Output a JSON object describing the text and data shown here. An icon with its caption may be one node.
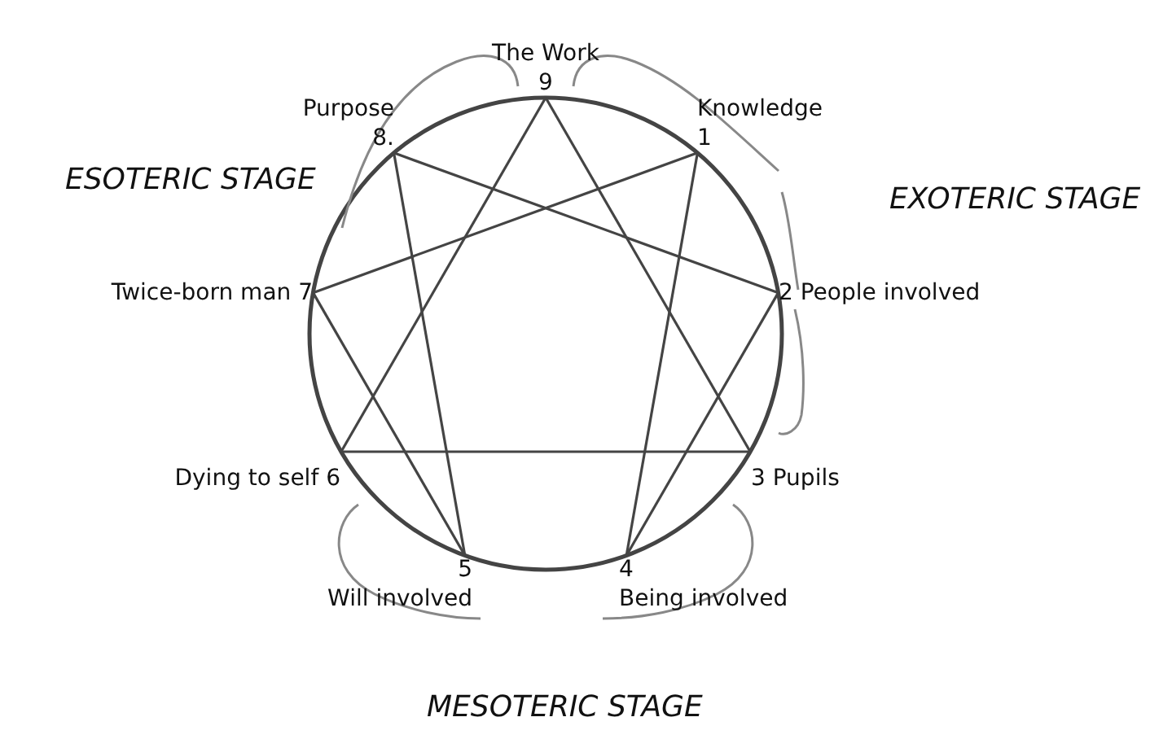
{
  "diagram": {
    "nodes": [
      {
        "text": [
          "The Work",
          "9"
        ]
      },
      {
        "text": [
          "Purpose",
          "8."
        ]
      },
      {
        "text": [
          "Knowledge",
          "1"
        ]
      },
      {
        "text": [
          "Twice-born man 7"
        ]
      },
      {
        "text": [
          "2 People involved"
        ]
      },
      {
        "text": [
          "Dying to self 6"
        ]
      },
      {
        "text": [
          "3 Pupils"
        ]
      },
      {
        "text": [
          "5",
          "Will involved"
        ]
      },
      {
        "text": [
          "4",
          "Being involved"
        ]
      }
    ],
    "edges": [
      {
        "from": 0,
        "to": 6,
        "arrow": "none"
      },
      {
        "from": 6,
        "to": 5,
        "arrow": "none"
      },
      {
        "from": 5,
        "to": 0,
        "arrow": "none"
      },
      {
        "from": 2,
        "to": 8,
        "arrow": "none"
      },
      {
        "from": 8,
        "to": 4,
        "arrow": "none"
      },
      {
        "from": 4,
        "to": 1,
        "arrow": "none"
      },
      {
        "from": 1,
        "to": 7,
        "arrow": "none"
      },
      {
        "from": 7,
        "to": 3,
        "arrow": "none"
      },
      {
        "from": 3,
        "to": 2,
        "arrow": "none"
      }
    ],
    "labels": [
      "ESOTERIC STAGE",
      "EXOTERIC STAGE",
      "MESOTERIC STAGE"
    ]
  }
}
